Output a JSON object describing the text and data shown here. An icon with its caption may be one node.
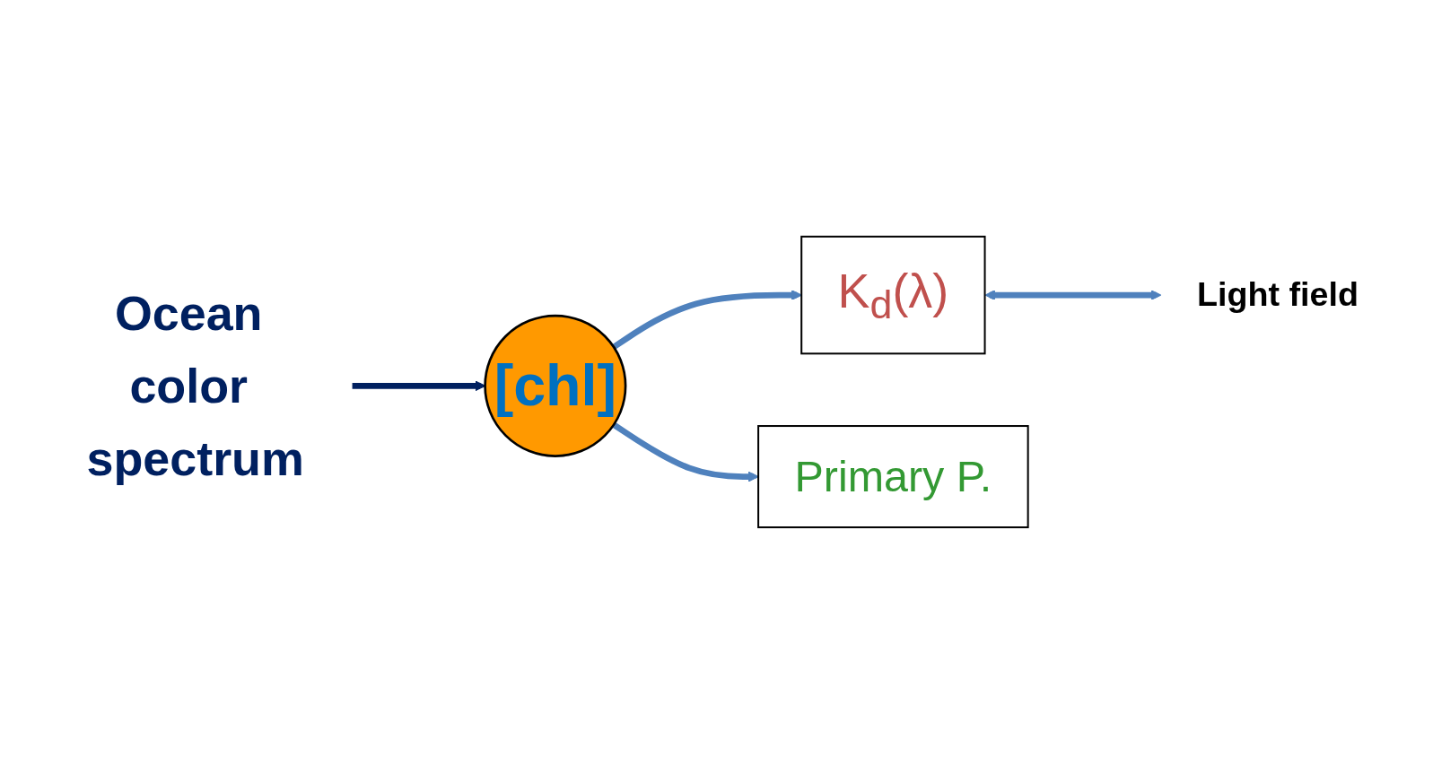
{
  "diagram": {
    "nodes": [
      {
        "text": [
          "Ocean color spectrum"
        ]
      },
      {
        "text": [
          "[chl]"
        ]
      },
      {
        "text": [
          "K$_{d}$(λ)"
        ]
      },
      {
        "text": [
          "Primary P."
        ]
      },
      {
        "text": [
          "Light field"
        ]
      }
    ],
    "edges": [
      {
        "from": 0,
        "to": 1,
        "arrow": "to",
        "color": "#002060"
      },
      {
        "from": 1,
        "to": 2,
        "arrow": "to"
      },
      {
        "from": 1,
        "to": 3,
        "arrow": "to"
      },
      {
        "from": 2,
        "to": 4,
        "arrow": "both"
      }
    ]
  }
}
